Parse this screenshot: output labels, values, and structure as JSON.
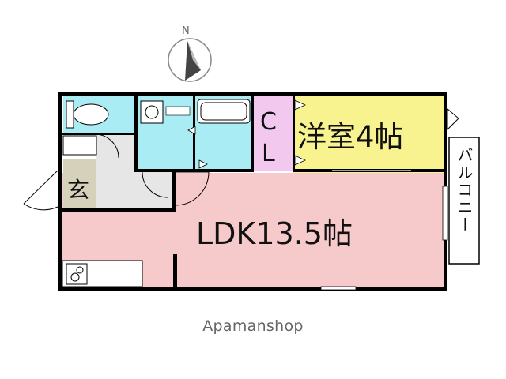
{
  "compass": {
    "label": "N"
  },
  "rooms": {
    "western_room": {
      "name": "洋室4帖"
    },
    "ldk": {
      "name": "LDK13.5帖"
    },
    "closet": {
      "line1": "C",
      "line2": "L"
    },
    "entrance": {
      "name": "玄"
    },
    "balcony": {
      "name": "バルコニー"
    }
  },
  "watermark": {
    "text": "Apamanshop"
  },
  "colors": {
    "ldk_fill": "#f6c9cb",
    "western_fill": "#f8f38f",
    "closet_fill": "#f2c8ee",
    "wet_fill": "#a9ecf3",
    "entrance_fill": "#d6d1ba",
    "wall": "#000000"
  }
}
